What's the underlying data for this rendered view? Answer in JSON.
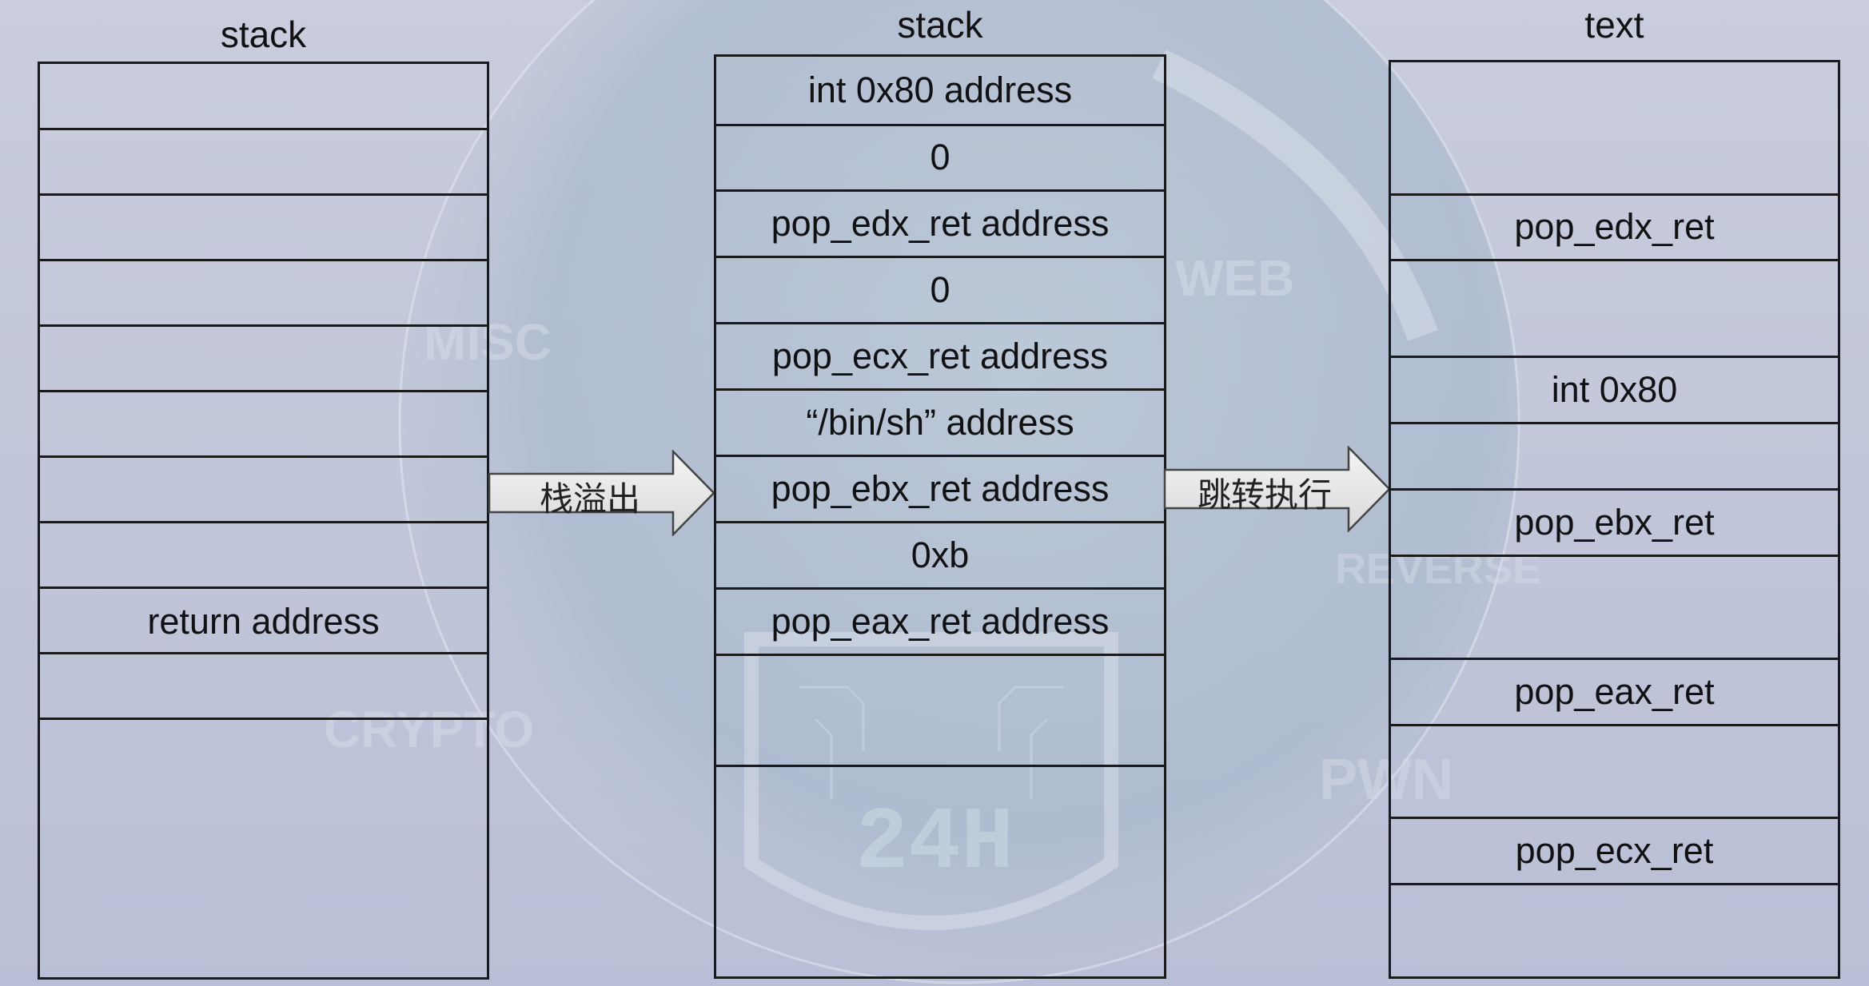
{
  "left_stack": {
    "title": "stack",
    "cells": [
      "",
      "",
      "",
      "",
      "",
      "",
      "",
      "",
      "return address",
      ""
    ]
  },
  "middle_stack": {
    "title": "stack",
    "cells": [
      "int 0x80 address",
      "0",
      "pop_edx_ret address",
      "0",
      "pop_ecx_ret address",
      "“/bin/sh” address",
      "pop_ebx_ret address",
      "0xb",
      "pop_eax_ret address",
      "",
      ""
    ]
  },
  "text_segment": {
    "title": "text",
    "cells": [
      "",
      "pop_edx_ret",
      "",
      "int 0x80",
      "",
      "pop_ebx_ret",
      "",
      "pop_eax_ret",
      "",
      "pop_ecx_ret",
      ""
    ]
  },
  "arrows": {
    "overflow": "栈溢出",
    "jump": "跳转执行"
  },
  "background_watermarks": {
    "misc": "MISC",
    "web": "WEB",
    "reverse": "REVERSE",
    "crypto": "CRYPTO",
    "pwn": "PWN",
    "logo": "24H"
  }
}
